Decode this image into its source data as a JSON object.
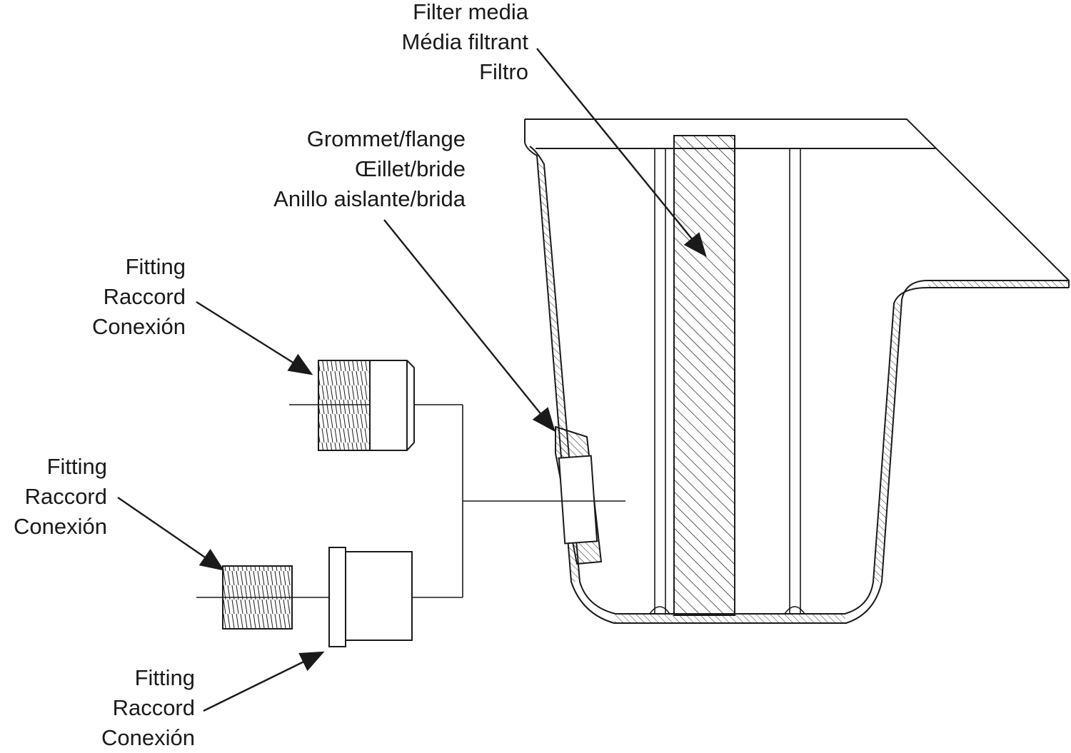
{
  "labels": {
    "filter_media": [
      "Filter media",
      "Média filtrant",
      "Filtro"
    ],
    "grommet": [
      "Grommet/flange",
      "Œillet/bride",
      "Anillo aislante/brida"
    ],
    "fitting_top": [
      "Fitting",
      "Raccord",
      "Conexión"
    ],
    "fitting_middle": [
      "Fitting",
      "Raccord",
      "Conexión"
    ],
    "fitting_bottom": [
      "Fitting",
      "Raccord",
      "Conexión"
    ]
  },
  "colors": {
    "stroke": "#1a1a1a",
    "background": "#ffffff"
  }
}
